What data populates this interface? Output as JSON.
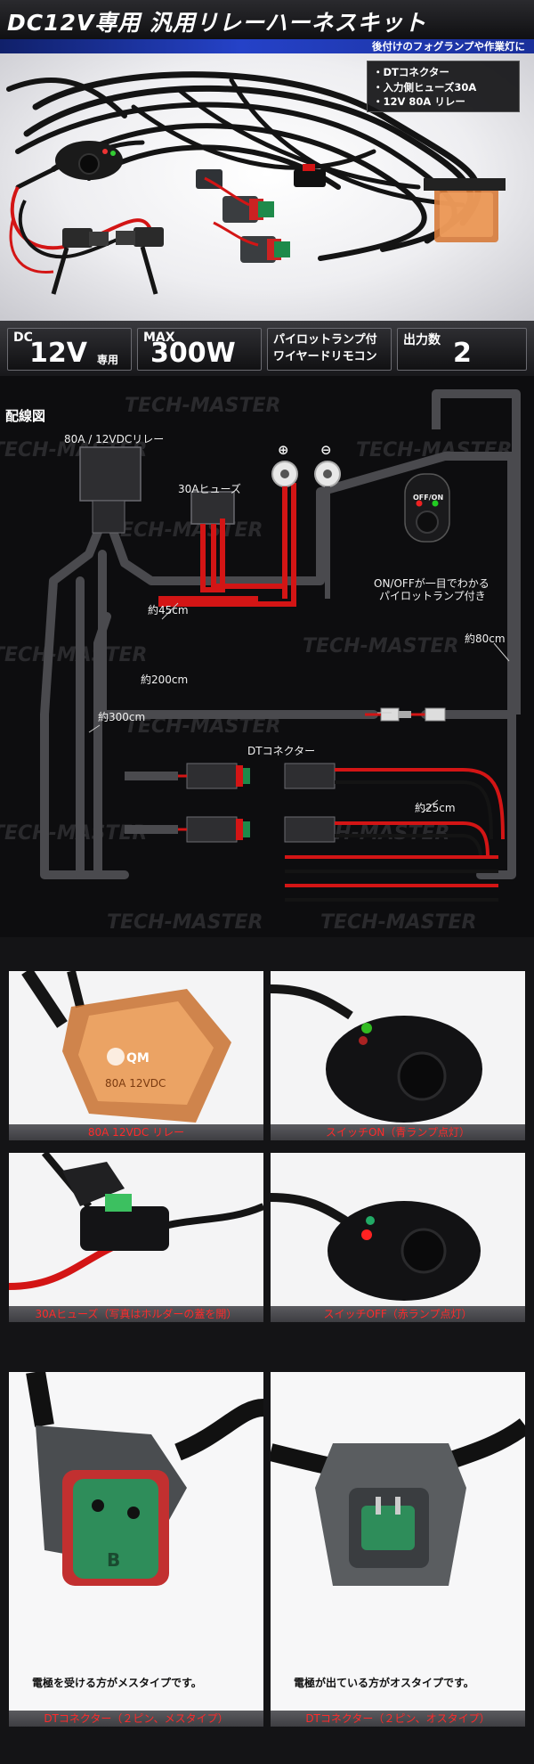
{
  "header": {
    "title": "DC12V専用 汎用リレーハーネスキット",
    "subtitle": "後付けのフォグランプや作業灯に"
  },
  "features": [
    "・DTコネクター",
    "・入力側ヒューズ30A",
    "・12V 80A リレー"
  ],
  "specs": {
    "voltage_prefix": "DC",
    "voltage_value": "12V",
    "voltage_suffix": "専用",
    "power_prefix": "MAX",
    "power_value": "300W",
    "remote_line1": "パイロットランプ付",
    "remote_line2": "ワイヤードリモコン",
    "outputs_label": "出力数",
    "outputs_value": "2"
  },
  "diagram": {
    "title": "配線図",
    "relay_label": "80A / 12VDCリレー",
    "fuse_label": "30Aヒューズ",
    "plus_symbol": "⊕",
    "minus_symbol": "⊖",
    "switch_label": "OFF/ON",
    "pilot_note_line1": "ON/OFFが一目でわかる",
    "pilot_note_line2": "パイロットランプ付き",
    "len_45": "約45cm",
    "len_80": "約80cm",
    "len_200": "約200cm",
    "len_300": "約300cm",
    "len_25": "約25cm",
    "dt_label": "DTコネクター",
    "watermark": "TECH-MASTER"
  },
  "photos": [
    {
      "caption": "80A 12VDC リレー",
      "relay_text1": "QM",
      "relay_text2": "80A 12VDC"
    },
    {
      "caption": "スイッチON（青ランプ点灯）"
    },
    {
      "caption": "30Aヒューズ（写真はホルダーの蓋を開）"
    },
    {
      "caption": "スイッチOFF（赤ランプ点灯）"
    }
  ],
  "connectors": [
    {
      "note": "電極を受ける方がメスタイプです。",
      "caption": "DTコネクター（２ピン、メスタイプ）",
      "pin_letter": "B"
    },
    {
      "note": "電極が出ている方がオスタイプです。",
      "caption": "DTコネクター（２ピン、オスタイプ）"
    }
  ],
  "colors": {
    "accent_red": "#ff2a2a",
    "subtitle_blue": "#2542c8",
    "wire_red": "#e01818",
    "wire_gray": "#4a4a4e"
  }
}
